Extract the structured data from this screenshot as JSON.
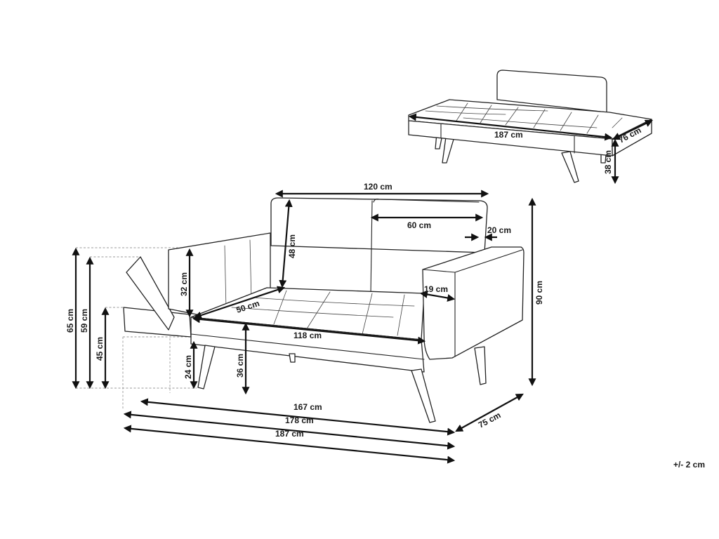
{
  "dimensions": {
    "top_width": "187 cm",
    "top_depth": "76 cm",
    "top_seat_height": "38 cm",
    "back_width": "120 cm",
    "cushion_width": "60 cm",
    "back_frame": "20 cm",
    "back_height": "48 cm",
    "arm_height": "32 cm",
    "seat_depth": "50 cm",
    "arm_width": "19 cm",
    "seat_width": "118 cm",
    "total_height": "90 cm",
    "seat_height": "36 cm",
    "leg_height": "24 cm",
    "h65": "65 cm",
    "h59": "59 cm",
    "h45": "45 cm",
    "w167": "167 cm",
    "w178": "178 cm",
    "w187": "187 cm",
    "depth": "75 cm"
  },
  "tolerance": "+/- 2 cm"
}
